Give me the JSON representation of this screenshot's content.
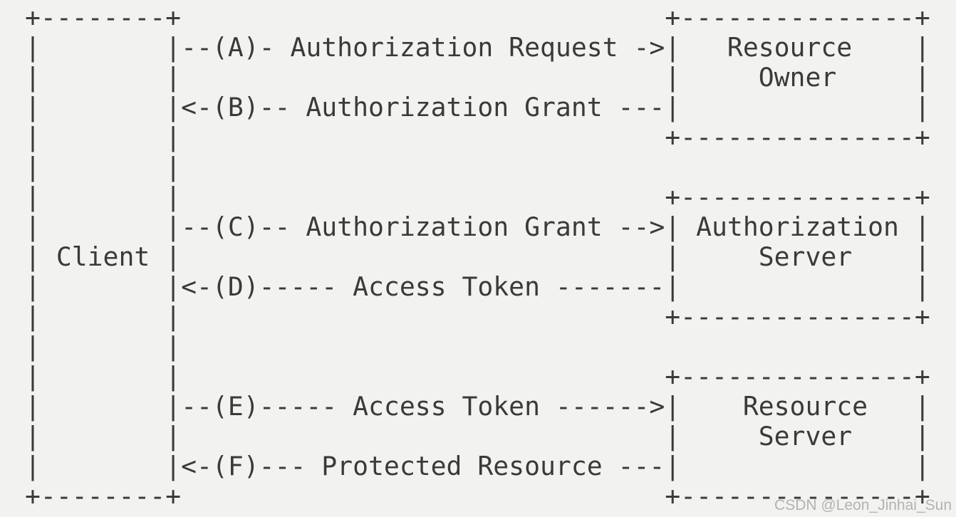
{
  "page": {
    "background_color": "#f2f2f0",
    "text_color": "#3a3a38",
    "watermark_color": "#b0b0b0"
  },
  "diagram": {
    "kind": "ascii-flow-diagram",
    "entities": [
      "Client",
      "Resource Owner",
      "Authorization Server",
      "Resource Server"
    ],
    "flows": [
      {
        "step": "A",
        "label": "Authorization Request",
        "from": "Client",
        "to": "Resource Owner"
      },
      {
        "step": "B",
        "label": "Authorization Grant",
        "from": "Resource Owner",
        "to": "Client"
      },
      {
        "step": "C",
        "label": "Authorization Grant",
        "from": "Client",
        "to": "Authorization Server"
      },
      {
        "step": "D",
        "label": "Access Token",
        "from": "Authorization Server",
        "to": "Client"
      },
      {
        "step": "E",
        "label": "Access Token",
        "from": "Client",
        "to": "Resource Server"
      },
      {
        "step": "F",
        "label": "Protected Resource",
        "from": "Resource Server",
        "to": "Client"
      }
    ],
    "lines": [
      "+--------+                               +---------------+",
      "|        |--(A)- Authorization Request ->|   Resource    |",
      "|        |                               |     Owner     |",
      "|        |<-(B)-- Authorization Grant ---|               |",
      "|        |                               +---------------+",
      "|        |",
      "|        |                               +---------------+",
      "|        |--(C)-- Authorization Grant -->| Authorization |",
      "| Client |                               |     Server    |",
      "|        |<-(D)----- Access Token -------|               |",
      "|        |                               +---------------+",
      "|        |",
      "|        |                               +---------------+",
      "|        |--(E)----- Access Token ------>|    Resource   |",
      "|        |                               |     Server    |",
      "|        |<-(F)--- Protected Resource ---|               |",
      "+--------+                               +---------------+"
    ]
  },
  "watermark": {
    "text": "CSDN @Leon_Jinhai_Sun"
  }
}
